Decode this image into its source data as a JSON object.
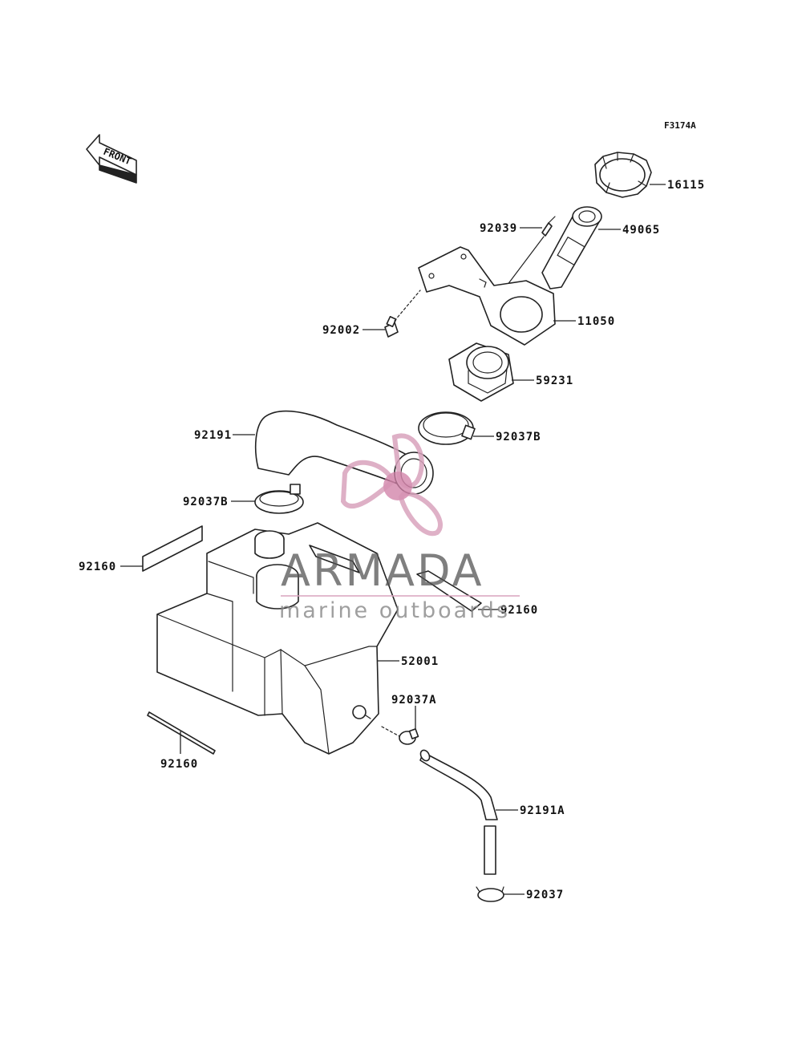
{
  "figure": {
    "code": "F3174A",
    "front_label": "FRONT"
  },
  "parts": {
    "cap": "16115",
    "filler_neck": "49065",
    "pin": "92039",
    "bracket": "11050",
    "bolt": "92002",
    "flange": "59231",
    "clamp_upper": "92037B",
    "hose": "92191",
    "clamp_lower": "92037B",
    "pad_left": "92160",
    "pad_right": "92160",
    "tank": "52001",
    "clamp_a": "92037A",
    "pad_bottom": "92160",
    "vent_hose": "92191A",
    "clip": "92037"
  },
  "watermark": {
    "brand": "ARMADA",
    "tagline": "marine outboards",
    "colors": {
      "logo": "#d9a3bd",
      "logo_dark": "#cf7fa6",
      "text": "#555555"
    }
  }
}
